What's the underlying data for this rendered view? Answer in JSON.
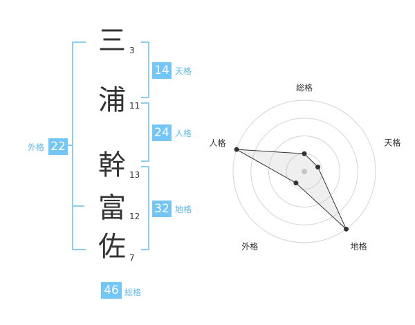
{
  "name": {
    "chars": [
      {
        "char": "三",
        "strokes": "3"
      },
      {
        "char": "浦",
        "strokes": "11"
      },
      {
        "char": "幹",
        "strokes": "13"
      },
      {
        "char": "富",
        "strokes": "12"
      },
      {
        "char": "佐",
        "strokes": "7"
      }
    ]
  },
  "kaku": {
    "tenkaku": {
      "label": "天格",
      "value": "14"
    },
    "jinkaku": {
      "label": "人格",
      "value": "24"
    },
    "chikaku": {
      "label": "地格",
      "value": "32"
    },
    "gaikaku": {
      "label": "外格",
      "value": "22"
    },
    "soukaku": {
      "label": "総格",
      "value": "46"
    }
  },
  "colors": {
    "accent": "#74c6f7",
    "bracket": "#8ecdf2",
    "text": "#333333"
  },
  "chart_data": {
    "type": "radar",
    "axes": [
      "総格",
      "天格",
      "地格",
      "外格",
      "人格"
    ],
    "values": [
      0.25,
      0.2,
      1.0,
      0.2,
      1.0
    ],
    "range": [
      0,
      1
    ],
    "rings": 4,
    "grid": true
  }
}
